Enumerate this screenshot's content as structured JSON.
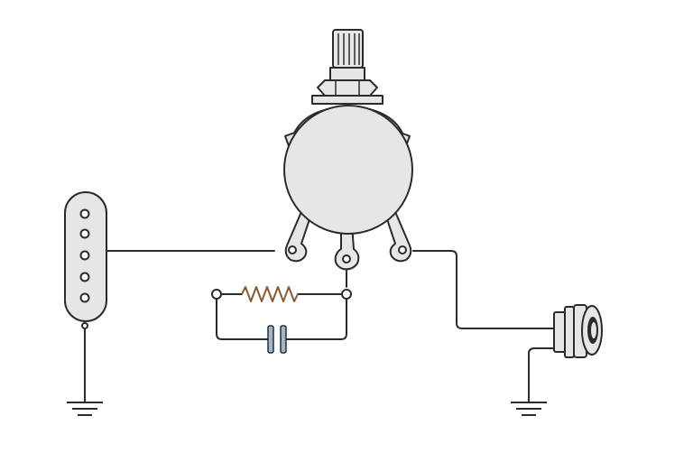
{
  "diagram": {
    "description_visible_text": "",
    "colors": {
      "background": "#ffffff",
      "line": "#2b2b2b",
      "component_fill": "#e6e6e6",
      "resistor": "#8b5a33",
      "capacitor_plate": "#9fb7c9"
    },
    "components": [
      {
        "kind": "single-coil-pickup",
        "icon": "pickup-icon",
        "pole_pieces": 5
      },
      {
        "kind": "potentiometer",
        "icon": "potentiometer-icon",
        "lugs": 3
      },
      {
        "kind": "resistor",
        "icon": "resistor-icon"
      },
      {
        "kind": "capacitor",
        "icon": "capacitor-icon"
      },
      {
        "kind": "output-jack",
        "icon": "jack-icon"
      },
      {
        "kind": "ground",
        "icon": "ground-icon",
        "count": 2
      }
    ]
  }
}
